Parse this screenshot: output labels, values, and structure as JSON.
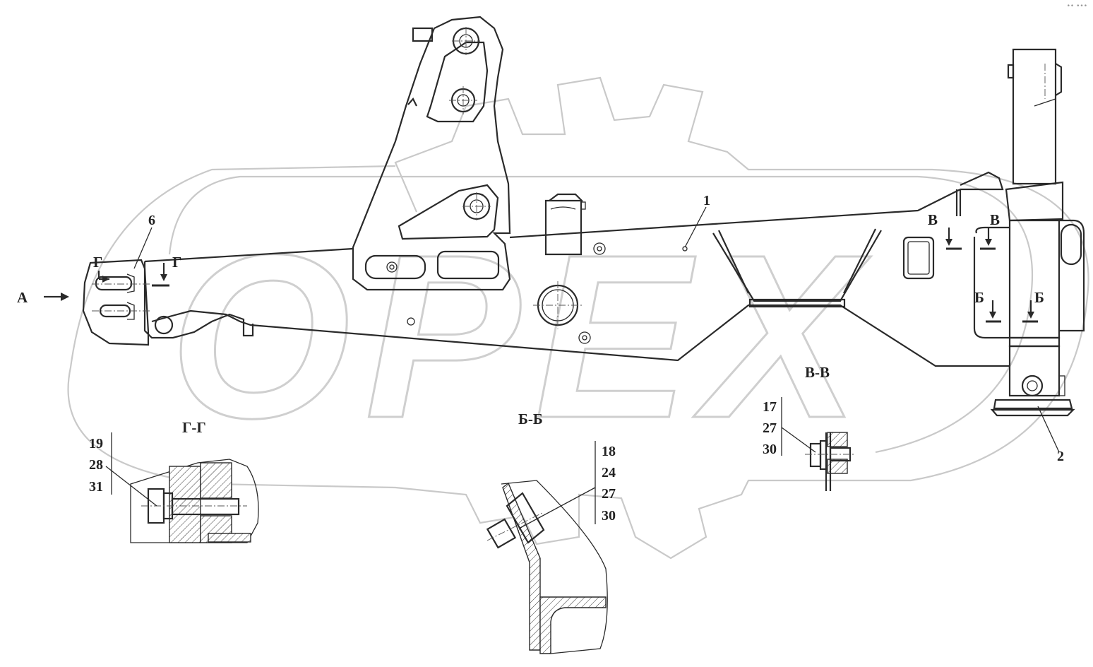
{
  "watermark": "OPEX",
  "corner_mark": "•• •••",
  "view_arrow": {
    "label": "А"
  },
  "section_marks": {
    "g_left": "Г",
    "g_right": "Г",
    "v_left": "В",
    "v_right": "В",
    "b_left": "Б",
    "b_right": "Б"
  },
  "callouts": {
    "part_1": "1",
    "part_2": "2",
    "part_6": "6"
  },
  "sections": [
    {
      "title": "Г-Г",
      "items": [
        "19",
        "28",
        "31"
      ]
    },
    {
      "title": "Б-Б",
      "items": [
        "18",
        "24",
        "27",
        "30"
      ]
    },
    {
      "title": "В-В",
      "items": [
        "17",
        "27",
        "30"
      ]
    }
  ]
}
